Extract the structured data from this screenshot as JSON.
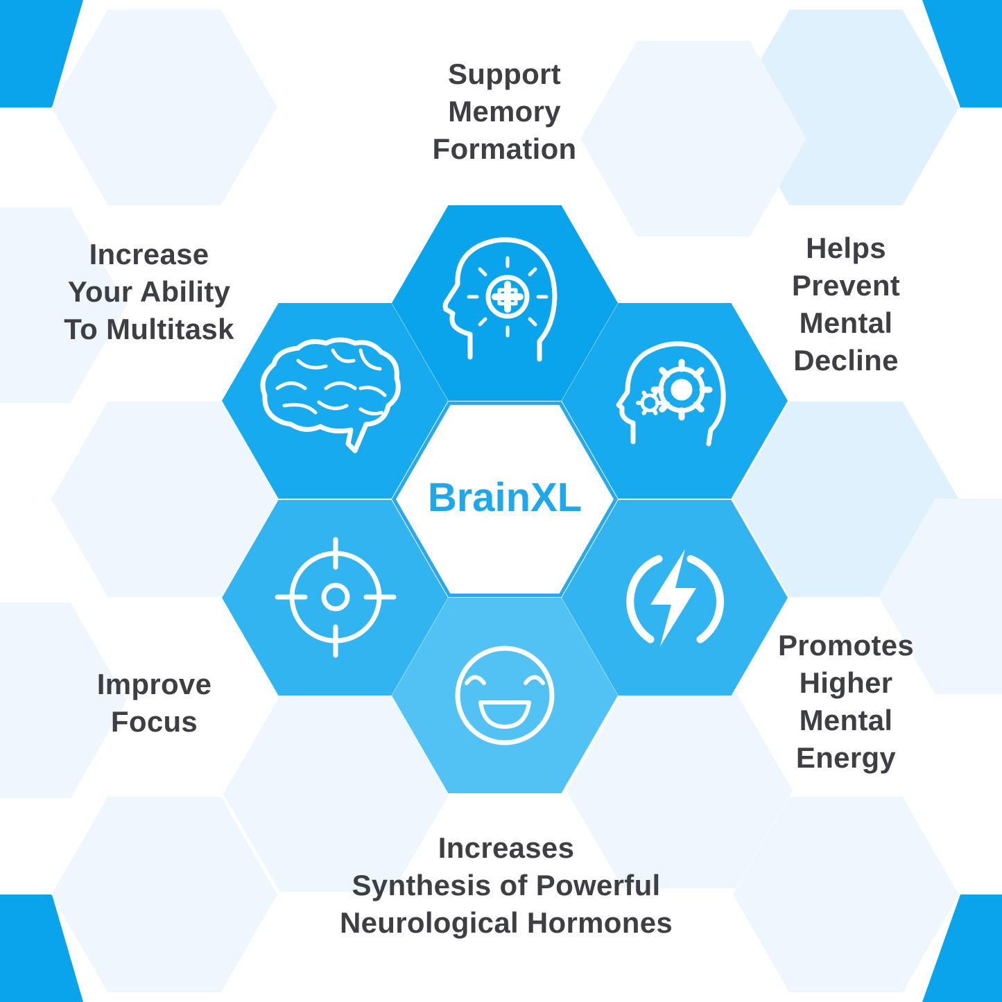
{
  "brand": {
    "name": "BrainXL"
  },
  "colors": {
    "brand_blue": "#1ea7ea",
    "hex_top": "#0aa4ec",
    "hex_upper_side": "#18aaee",
    "hex_lower_side": "#31b4ef",
    "hex_bottom": "#52c1f3",
    "light_hex": "#eef7fd",
    "mid_hex": "#dff1fc",
    "text": "#3d3f45"
  },
  "benefits": {
    "top": [
      "Support",
      "Memory",
      "Formation"
    ],
    "upper_left": [
      "Increase",
      "Your Ability",
      "To Multitask"
    ],
    "upper_right": [
      "Helps",
      "Prevent",
      "Mental",
      "Decline"
    ],
    "lower_left": [
      "Improve",
      "Focus"
    ],
    "lower_right": [
      "Promotes",
      "Higher",
      "Mental",
      "Energy"
    ],
    "bottom": [
      "Increases",
      "Synthesis of Powerful",
      "Neurological Hormones"
    ]
  },
  "icons": {
    "top": "head-lightbulb-plus-icon",
    "upper_left": "brain-icon",
    "upper_right": "head-gears-icon",
    "lower_left": "target-crosshair-icon",
    "lower_right": "energy-bolt-icon",
    "bottom": "smiley-face-icon"
  }
}
